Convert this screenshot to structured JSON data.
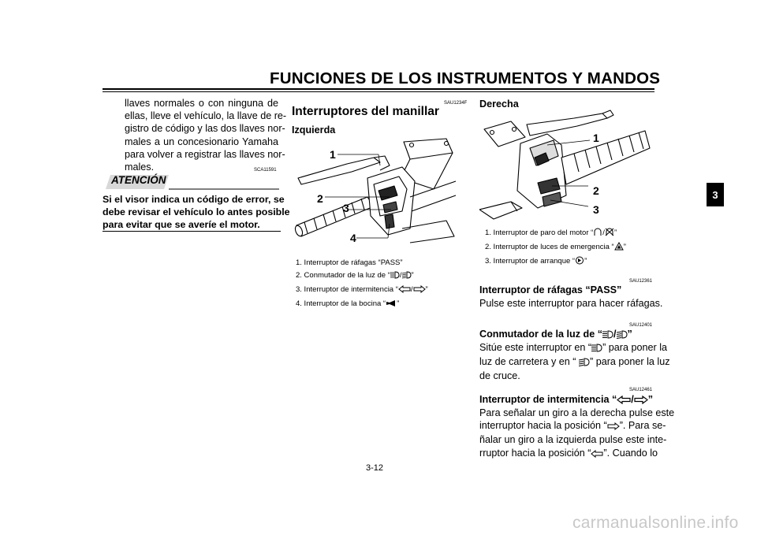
{
  "header": {
    "title": "FUNCIONES DE LOS INSTRUMENTOS Y MANDOS"
  },
  "chapter_tab": "3",
  "col1": {
    "lines": [
      "llaves normales o con ninguna de",
      "ellas, lleve el vehículo, la llave de re-",
      "gistro de código y las dos llaves nor-",
      "males a un concesionario Yamaha",
      "para volver a registrar las llaves nor-",
      "males."
    ],
    "code": "SCA11591",
    "attention_label": "ATENCIÓN",
    "warning_lines": [
      "Si el visor indica un código de error, se",
      "debe revisar el vehículo lo antes posible",
      "para evitar que se averíe el motor."
    ]
  },
  "col2": {
    "code": "SAU1234F",
    "heading": "Interruptores del manillar",
    "subheading": "Izquierda",
    "callouts": [
      "1",
      "2",
      "3",
      "4"
    ],
    "captions": [
      {
        "pre": "1. Interruptor de ráfagas “PASS”",
        "post": ""
      },
      {
        "pre": "2. Conmutador de la luz de “",
        "post": "”"
      },
      {
        "pre": "3. Interruptor de intermitencia “",
        "post": "”"
      },
      {
        "pre": "4. Interruptor de la bocina “",
        "post": "”"
      }
    ]
  },
  "col3": {
    "subheading": "Derecha",
    "callouts": [
      "1",
      "2",
      "3"
    ],
    "captions": [
      {
        "pre": "1. Interruptor de paro del motor “",
        "post": "”"
      },
      {
        "pre": "2. Interruptor de luces de emergencia “",
        "post": "”"
      },
      {
        "pre": "3. Interruptor de arranque “",
        "post": "”"
      }
    ],
    "sections": [
      {
        "code": "SAU12361",
        "title": "Interruptor de ráfagas “PASS”",
        "lines": [
          "Pulse este interruptor para hacer ráfagas."
        ]
      },
      {
        "code": "SAU12401",
        "title_pre": "Conmutador de la luz de “",
        "title_post": "”",
        "lines": [
          {
            "pre": "Sitúe este interruptor en “",
            "post": "” para poner la"
          },
          "luz de carretera y en “ ",
          "” para poner la luz",
          "de cruce."
        ]
      },
      {
        "code": "SAU12461",
        "title_pre": "Interruptor de intermitencia “",
        "title_post": "”",
        "lines": [
          "Para señalar un giro a la derecha pulse este",
          {
            "pre": "interruptor hacia la posición “",
            "post": "”. Para se-"
          },
          "ñalar un giro a la izquierda pulse este inte-",
          {
            "pre": "rruptor hacia la posición “",
            "post": "”. Cuando lo"
          }
        ]
      }
    ]
  },
  "icons": {
    "high_beam": "high-beam-icon",
    "low_beam": "low-beam-icon",
    "turn_left": "turn-left-arrow-icon",
    "turn_right": "turn-right-arrow-icon",
    "horn": "horn-icon",
    "engine_run": "engine-run-icon",
    "engine_stop": "engine-stop-icon",
    "hazard": "hazard-triangle-icon",
    "start": "start-icon"
  },
  "page_number": "3-12",
  "watermark": "carmanualsonline.info"
}
